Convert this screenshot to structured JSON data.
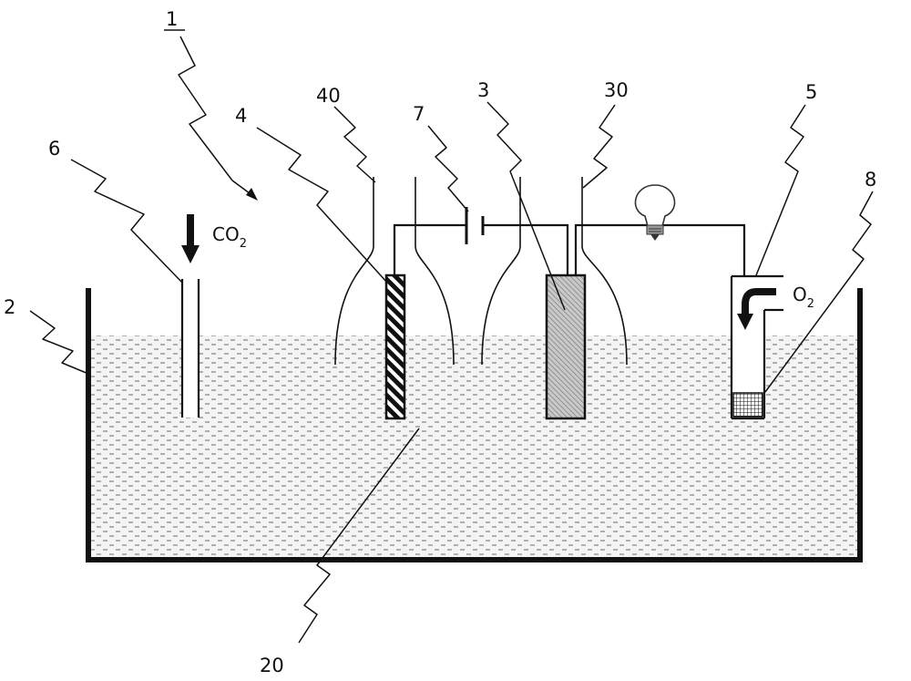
{
  "labels": {
    "apparatus": "1",
    "tank": "2",
    "cathode": "3",
    "anode": "4",
    "oxygen_outlet": "5",
    "co2_inlet": "6",
    "power_source": "7",
    "filter": "8",
    "electrolyte": "20",
    "cathode_chamber": "30",
    "anode_chamber": "40"
  },
  "gases": {
    "co2_main": "CO",
    "co2_sub": "2",
    "o2_main": "O",
    "o2_sub": "2"
  },
  "colors": {
    "liquid_fill": "#f4f4f4",
    "dash": "#6a6a6a",
    "ink": "#111111"
  },
  "icons": [
    "light-bulb-icon",
    "battery-icon",
    "down-arrow-icon",
    "bent-arrow-icon"
  ]
}
